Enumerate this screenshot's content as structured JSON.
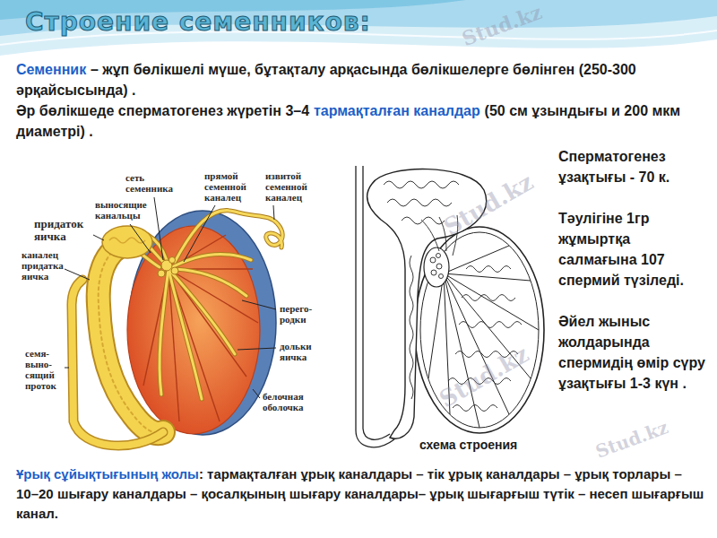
{
  "diagram": {
    "title": "Строение семенников:",
    "labels": [
      "Семенник",
      "– жұп бөлікшелі мүше, бұтақталу арқасында бөлікшелерге бөлінген (250-300 әрқайсысында) .",
      "Әр бөлікшеде сперматогенез жүретін 3–4",
      "тармақталған каналдар",
      "(50 см ұзындығы и 200 мкм диаметрі) .",
      "Сперматогенез ұзақтығы - 70 к.",
      "Тәулігіне 1гр жұмыртқа салмағына 107 спермий түзіледі.",
      "Әйел жыныс жолдарында спермидің өмір сүру ұзақтығы 1-3 күн .",
      "Ұрық сұйықтығының жолы",
      ": тармақталған ұрық каналдары – тік ұрық каналдары – ұрық торлары – 10–20 шығару каналдары – қосалқының шығару каналдары– ұрық шығарғыш түтік – несеп шығарғыш канал.",
      "сеть семенника",
      "прямой семенной каналец",
      "извитой семенной каналец",
      "выносящие канальцы",
      "придаток яичка",
      "каналец придатка яичка",
      "семя- выно- сящий проток",
      "перего- родки",
      "дольки яичка",
      "белочная оболочка",
      "схема строения",
      "Stud.kz",
      "Stud.kz",
      "Stud.kz",
      "Stud.kz"
    ]
  }
}
